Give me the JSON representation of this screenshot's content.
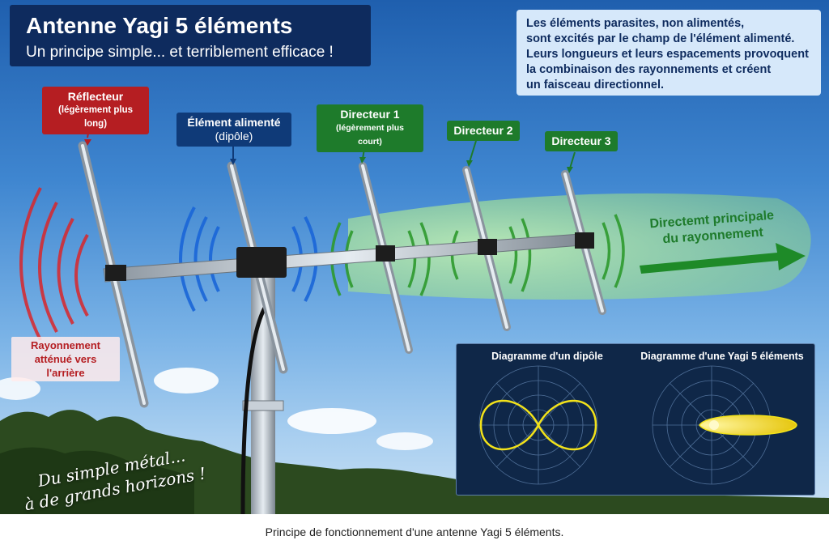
{
  "title": "Antenne Yagi 5 éléments",
  "subtitle": "Un principe simple... et terriblement efficace !",
  "info_lines": [
    "Les éléments parasites, non alimentés,",
    "sont excités par le champ de l'élément alimenté.",
    "Leurs longueurs et leurs espacements provoquent",
    "la combinaison des rayonnements et créent",
    "un faisceau directionnel."
  ],
  "labels": {
    "reflector": {
      "title": "Réflecteur",
      "sub": "(légèrement plus long)"
    },
    "driven": {
      "title": "Élément alimenté",
      "sub": "(dipôle)"
    },
    "director1": {
      "title": "Directeur 1",
      "sub": "(légèrement plus court)"
    },
    "director2": {
      "title": "Directeur 2"
    },
    "director3": {
      "title": "Directeur 3"
    }
  },
  "back_radiation": {
    "line1": "Rayonnement",
    "line2": "atténué vers l'arrière"
  },
  "main_direction": {
    "line1": "Directemt principale",
    "line2": "du rayonnement"
  },
  "slogan": {
    "line1": "Du simple métal...",
    "line2": "à de grands horizons !"
  },
  "diagrams": {
    "dipole_title": "Diagramme d'un dipôle",
    "yagi_title": "Diagramme d'une Yagi 5 éléments"
  },
  "caption": "Principe de fonctionnement d'une antenne Yagi 5 éléments.",
  "colors": {
    "reflector": "#b51e22",
    "driven": "#0f3a78",
    "director": "#1e7b2b",
    "pattern": "#f2e21a"
  }
}
